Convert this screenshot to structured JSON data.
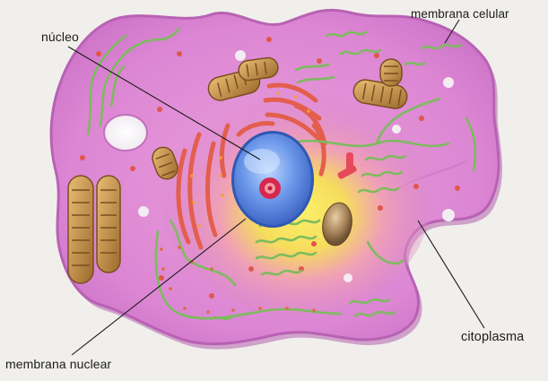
{
  "diagram": {
    "labels": {
      "nucleus": "núcleo",
      "cell_membrane": "membrana celular",
      "cytoplasm": "citoplasma",
      "nuclear_membrane": "membrana nuclear"
    }
  },
  "colors": {
    "background": "#f1efec",
    "cell_body": "#d77ed0",
    "cell_membrane_edge": "#b15cae",
    "cytoplasm_center": "#f6e34a",
    "nucleus": "#5e8ee6",
    "nucleolus": "#d6284f",
    "endoplasmic_reticulum_rough": "#e25a48",
    "endoplasmic_reticulum_green": "#79b85c",
    "mitochondria": "#c89046",
    "vacuole": "#9c7a52",
    "leader_line": "#1a1a1a"
  }
}
